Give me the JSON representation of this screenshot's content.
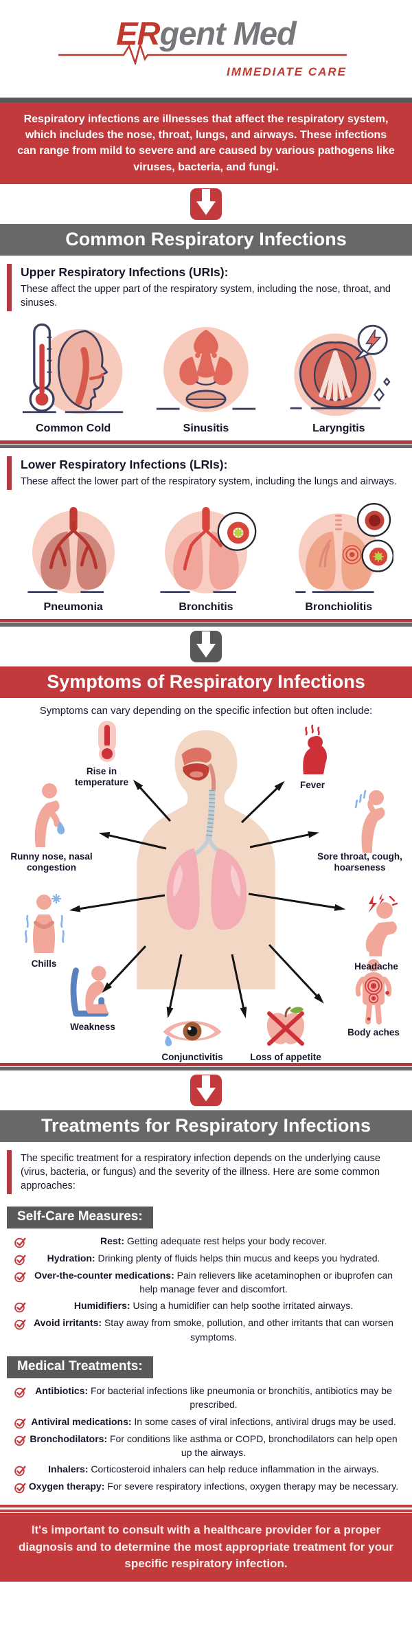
{
  "brand": {
    "er": "ER",
    "rest": "gent Med",
    "tagline": "IMMEDIATE CARE"
  },
  "intro": "Respiratory infections are illnesses that affect the respiratory system, which includes the nose, throat, lungs, and airways. These infections can range from mild to severe and are caused by various pathogens like viruses, bacteria, and fungi.",
  "common": {
    "title": "Common Respiratory Infections",
    "uri": {
      "title": "Upper Respiratory Infections (URIs):",
      "desc": "These affect the upper part of the respiratory system, including the nose, throat, and sinuses.",
      "labels": [
        "Common Cold",
        "Sinusitis",
        "Laryngitis"
      ]
    },
    "lri": {
      "title": "Lower Respiratory Infections (LRIs):",
      "desc": "These affect the lower part of the respiratory system, including the lungs and airways.",
      "labels": [
        "Pneumonia",
        "Bronchitis",
        "Bronchiolitis"
      ]
    }
  },
  "symptoms": {
    "title": "Symptoms of Respiratory Infections",
    "subtitle": "Symptoms can vary depending on the specific infection but often include:",
    "labels": {
      "rise": "Rise in temperature",
      "fever": "Fever",
      "runny": "Runny nose, nasal congestion",
      "sore": "Sore throat, cough, hoarseness",
      "chills": "Chills",
      "headache": "Headache",
      "weakness": "Weakness",
      "conjunctivitis": "Conjunctivitis",
      "appetite": "Loss of appetite",
      "body_aches": "Body aches"
    }
  },
  "treatments": {
    "title": "Treatments for Respiratory Infections",
    "intro": "The specific treatment for a respiratory infection depends on the underlying cause (virus, bacteria, or fungus) and the severity of the illness. Here are some common approaches:",
    "selfcare": {
      "heading": "Self-Care Measures:",
      "items": [
        {
          "term": "Rest:",
          "desc": "Getting adequate rest helps your body recover."
        },
        {
          "term": "Hydration:",
          "desc": "Drinking plenty of fluids helps thin mucus and keeps you hydrated."
        },
        {
          "term": "Over-the-counter medications:",
          "desc": "Pain relievers like acetaminophen or ibuprofen can help manage fever and discomfort."
        },
        {
          "term": "Humidifiers:",
          "desc": "Using a humidifier can help soothe irritated airways."
        },
        {
          "term": "Avoid irritants:",
          "desc": "Stay away from smoke, pollution, and other irritants that can worsen symptoms."
        }
      ]
    },
    "medical": {
      "heading": "Medical Treatments:",
      "items": [
        {
          "term": "Antibiotics:",
          "desc": "For bacterial infections like pneumonia or bronchitis, antibiotics may be prescribed."
        },
        {
          "term": "Antiviral medications:",
          "desc": "In some cases of viral infections, antiviral drugs may be used."
        },
        {
          "term": "Bronchodilators:",
          "desc": "For conditions like asthma or COPD, bronchodilators can help open up the airways."
        },
        {
          "term": "Inhalers:",
          "desc": "Corticosteroid inhalers can help reduce inflammation in the airways."
        },
        {
          "term": "Oxygen therapy:",
          "desc": "For severe respiratory infections, oxygen therapy may be necessary."
        }
      ]
    }
  },
  "footer": "It's important to consult with a healthcare provider for a proper diagnosis and to determine the most appropriate treatment for your specific respiratory infection.",
  "colors": {
    "red": "#c23a3c",
    "bar_gray": "#67686a",
    "chip_gray": "#58595b",
    "divider_red": "#b6383e",
    "logo_red": "#c0392f",
    "logo_gray": "#77787b"
  },
  "icons": [
    "ekg-line-icon",
    "down-arrow-icon",
    "circled-check-icon",
    "thermometer-icon",
    "fever-person-icon",
    "runny-nose-person-icon",
    "sore-throat-person-icon",
    "chills-person-icon",
    "headache-person-icon",
    "weakness-person-icon",
    "eye-icon",
    "apple-crossed-icon",
    "body-aches-person-icon",
    "head-profile-icon",
    "sinus-icon",
    "larynx-icon",
    "lungs-icon",
    "torso-illustration"
  ]
}
